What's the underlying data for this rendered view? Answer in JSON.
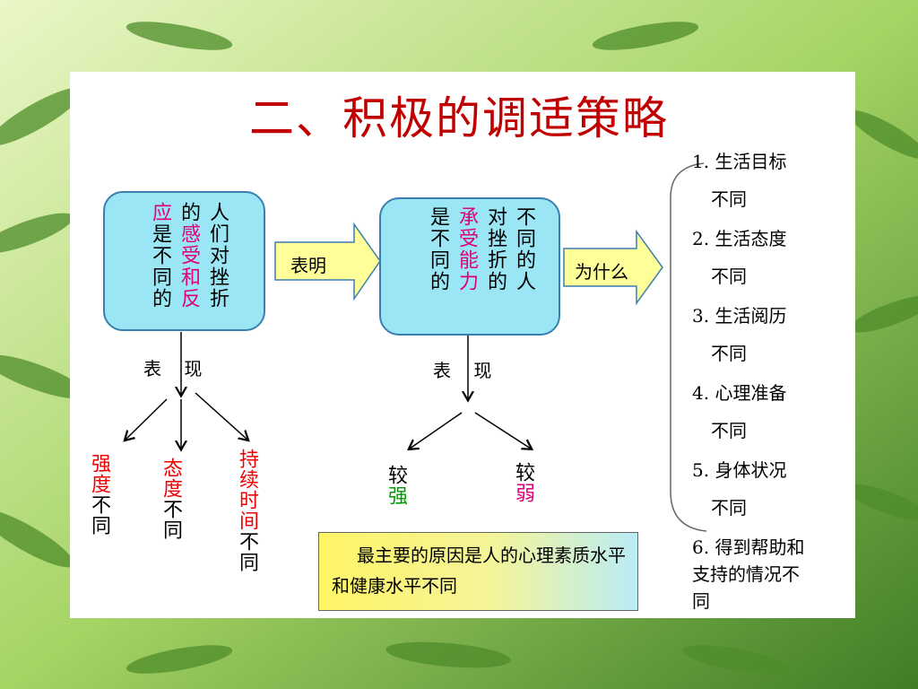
{
  "title": "二、积极的调适策略",
  "left_box": {
    "col1": "人们对挫折",
    "col2_a": "的",
    "col2_b": "感受和反",
    "col3_a": "应",
    "col3_b": "是不同的"
  },
  "arrow_biaoming": "表明",
  "mid_box": {
    "col1": "不同的人",
    "col2": "对挫折的",
    "col3": "承受能力",
    "col4": "是不同的"
  },
  "arrow_weishenme": "为什么",
  "label_biaoxian_left": "表    现",
  "label_biaoxian_mid": "表    现",
  "left_results": [
    {
      "red": "强度",
      "black": "不同"
    },
    {
      "red": "态度",
      "black": "不同"
    },
    {
      "red": "持续时间",
      "black": "不同"
    }
  ],
  "mid_results": {
    "strong_a": "较",
    "strong_b": "强",
    "weak_a": "较",
    "weak_b": "弱"
  },
  "summary": "最主要的原因是人的心理素质水平和健康水平不同",
  "reasons": [
    "1. 生活目标",
    "不同",
    "2. 生活态度",
    "不同",
    "3. 生活阅历",
    "不同",
    "4. 心理准备",
    "不同",
    "5. 身体状况",
    "不同",
    "6. 得到帮助和",
    "支持的情况不",
    "同"
  ],
  "colors": {
    "title": "#c00000",
    "box": "#9ae6f4",
    "arrow": "#ffff99",
    "accent_red": "#ee0000",
    "accent_pink": "#e0007a",
    "accent_green": "#009a00"
  }
}
